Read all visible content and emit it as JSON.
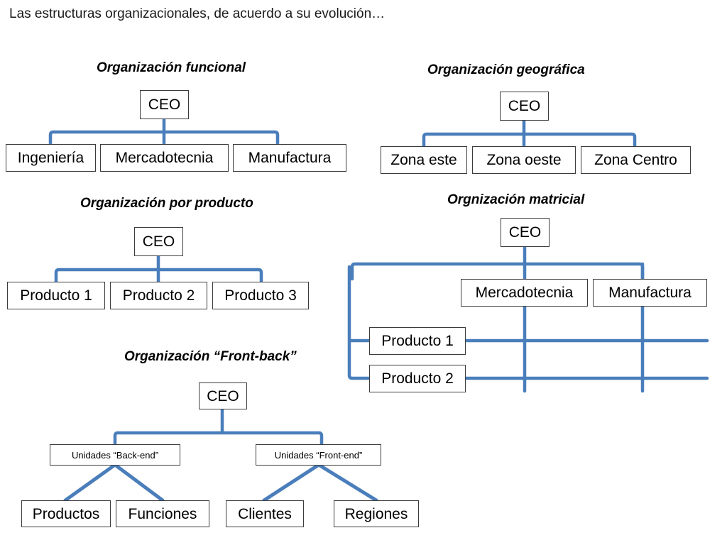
{
  "headline": "Las estructuras organizacionales, de acuerdo a su evolución…",
  "colors": {
    "connector": "#4a7ebb",
    "node_border": "#3c3c3c",
    "background": "#ffffff",
    "text": "#000000"
  },
  "charts": {
    "funcional": {
      "title": "Organización funcional",
      "root": "CEO",
      "children": [
        "Ingeniería",
        "Mercadotecnia",
        "Manufactura"
      ]
    },
    "geografica": {
      "title": "Organización geográfica",
      "root": "CEO",
      "children": [
        "Zona este",
        "Zona oeste",
        "Zona Centro"
      ]
    },
    "producto": {
      "title": "Organización por producto",
      "root": "CEO",
      "children": [
        "Producto 1",
        "Producto 2",
        "Producto 3"
      ]
    },
    "matricial": {
      "title": "Orgnización matricial",
      "root": "CEO",
      "functions": [
        "Mercadotecnia",
        "Manufactura"
      ],
      "products": [
        "Producto 1",
        "Producto 2"
      ]
    },
    "frontback": {
      "title": "Organización “Front-back”",
      "root": "CEO",
      "units": [
        "Unidades “Back-end”",
        "Unidades “Front-end”"
      ],
      "back_children": [
        "Productos",
        "Funciones"
      ],
      "front_children": [
        "Clientes",
        "Regiones"
      ]
    }
  }
}
